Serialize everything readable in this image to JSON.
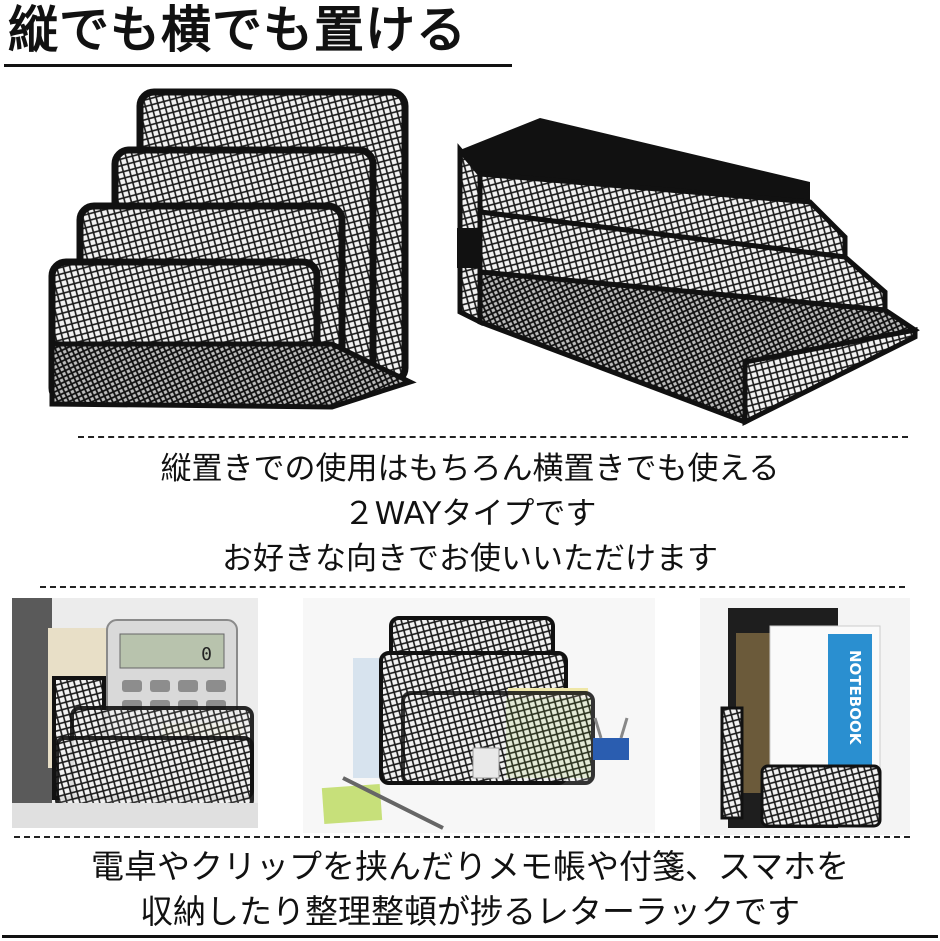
{
  "headline": "縦でも横でも置ける",
  "middle_caption": {
    "lines": [
      "縦置きでの使用はもちろん横置きでも使える",
      "２WAYタイプです",
      "お好きな向きでお使いいただけます"
    ]
  },
  "bottom_caption": {
    "lines": [
      "電卓やクリップを挟んだりメモ帳や付箋、スマホを",
      "収納したり整理整頓が捗るレターラックです"
    ]
  },
  "photos": {
    "calculator_display": "0",
    "notebook_label": "NOTEBOOK"
  },
  "colors": {
    "mesh": "#1a1a1a",
    "background": "#ffffff",
    "note_green": "#8fbf3a",
    "note_yellow": "#f2e6a6",
    "notebook_blue": "#2a8fd0"
  }
}
